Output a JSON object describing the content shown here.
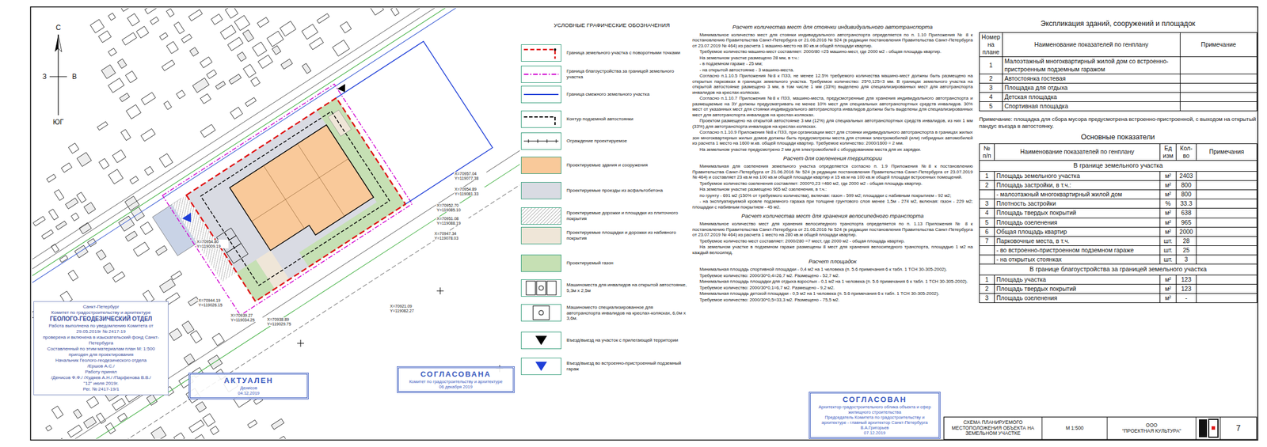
{
  "diagram": {
    "nodes": [
      {
        "text": [
          "Санкт-Петербург",
          "Комитет по градостроительству и архитектуре",
          "ГЕОЛОГО-ГЕОДЕЗИЧЕСКИЙ ОТДЕЛ",
          "Работа выполнена по уведомлению Комитета от 29.05.2019г № 2417-19",
          "проверена и включена в изыскательский фонд Санкт-Петербурга",
          "Составленный по этим материалам план М: 1:500 пригоден для проектирования",
          "Начальник Геолого-геодезического отдела",
          "/Ершов А.С./",
          "Работу принял",
          "/Денисов Ф.Ф./ /Худяев А.Н./ /Парфенова В.В./",
          "\"12\" июля 2019г.",
          "Рег. № 2417-19/1"
        ]
      },
      {
        "text": [
          "АКТУАЛЕН",
          "Денисов",
          "04.12.2019"
        ]
      },
      {
        "text": [
          "СОГЛАСОВАНА",
          "Комитет по градостроительству и архитектуре",
          "06 декабря 2019"
        ]
      },
      {
        "text": [
          "СОГЛАСОВАН",
          "Архитектор градостроительного облика объекта и сфер жилищного строительства",
          "Председатель Комитета по градостроительству и архитектуре - главный архитектор Санкт-Петербурга",
          "В.А.Григорьев",
          "07.12.2019"
        ]
      },
      {
        "text": [
          "СХЕМА ПЛАНИРУЕМОГО МЕСТОПОЛОЖЕНИЯ ОБЪЕКТА НА ЗЕМЕЛЬНОМ УЧАСТКЕ"
        ]
      },
      {
        "text": [
          "М 1:500"
        ]
      },
      {
        "text": [
          "ООО",
          "\"ПРОЕКТНАЯ КУЛЬТУРА\""
        ]
      },
      {
        "text": [
          "7"
        ]
      }
    ],
    "labels": [
      "С",
      "З",
      "В",
      "ЮГ",
      "X=70957.04 Y=119077.38",
      "X=70954.89 Y=119081.33",
      "X=70952.70 Y=119085.10",
      "X=70951.08 Y=119088.19",
      "X=70947.34 Y=119078.03",
      "X=70954.80 Y=119009.19",
      "X=70944.19 Y=119026.15",
      "X=70939.27 Y=119034.25",
      "X=70938.89 Y=119029.75",
      "X=70921.09 Y=119082.27",
      "УСЛОВНЫЕ ГРАФИЧЕСКИЕ ОБОЗНАЧЕНИЯ",
      "Расчет количества мест для стоянки индивидуального автотранспорта",
      "Минимальное количество мест для стоянки индивидуального автотранспорта определяется по п. 1.10 Приложения № 8 к постановлению Правительства Санкт-Петербурга от 21.06.2016 № 524 (в редакции постановления Правительства Санкт-Петербурга от 23.07.2019 № 464) из расчета 1 машино-место на 80 кв.м общей площади квартир.",
      "Требуемое количество машино-мест составляет: 2000/80 =25 машино-мест, где 2000 м2 - общая площадь квартир.",
      "На земельном участке размещено 28 мм, в т.ч.:",
      "- в подземном гараже - 25 мм;",
      "- на открытой автостоянке - 3 машино-места.",
      "Согласно п.1.10.5 Приложения №8 к ПЗЗ, не менее 12.5% требуемого количества машино-мест должны быть размещено на открытых парковках в границах земельного участка. Требуемое количество: 25*0,125=3 мм. В границах земельного участка на открытой автостоянке размещено 3 мм, в том числе 1 мм (33%) выделено для специализированных мест для автотранспорта инвалидов на креслах-колясках.",
      "Согласно п.1.10.7 Приложения №8 к ПЗЗ, машино-места, предусмотренные для хранения индивидуального автотранспорта и размещаемые на ЗУ должны предусматривать не менее 10% мест для специальных автотранспортных средств инвалидов. 30% мест от указанных мест для стоянки индивидуального автотранспорта инвалидов должны быть выделены для специализированных мест для автотранспорта инвалидов на креслах-колясках.",
      "Проектом размещено на открытой автостоянке 3 мм (12%) для специальных автотранспортных средств инвалидов, из них 1 мм (33%) для автотранспорта инвалидов на креслах-колясках.",
      "Согласно п.1.10.9 Приложения №8 к ПЗЗ, при организации мест для стоянки индивидуального автотранспорта в границах жилых зон многоквартирных жилых домов должны быть предусмотрены места для стоянки электромобилей (или) гибридных автомобилей из расчета 1 место на 1600 м.кв. общей площади квартир. Требуемое количество: 2000/1600 = 2 мм.",
      "На земельном участке предусмотрено 2 мм для электромобилей с оборудованием места для их зарядки.",
      "Расчет для озеленения территории",
      "Минимальная для озеленения земельного участка определяется согласно п. 1.9 Приложения №8 к постановлению Правительства Санкт-Петербурга от 21.06.2016 № 524 (в редакции постановления Правительства Санкт-Петербурга от 23.07.2019 № 464) и составляет 23 кв.м на 100 кв.м общей площади квартир и 15 кв.м на 100 кв.м общей площади встроенных помещений.",
      "Требуемое количество озеленения составляет: 2000*0,23 =460 м2, где 2000 м2 - общая площадь квартир.",
      "На земельном участке размещено 965 м2 озеленения, в т.ч.:",
      "по грунту - 691 м2 (150% от требуемого количества), включая: газон - 599 м2; площадки с набивным покрытием - 92 м2;",
      "- на эксплуатируемой кровле подземного гаража при толщине грунтового слоя менее 1,5м - 274 м2, включая: газон - 229 м2; площадки с набивным покрытием - 45 м2.",
      "Расчет количества мест для хранения велосипедного транспорта",
      "Минимальное количество мест для хранения велосипедного транспорта определяется по п. 1.13 Приложения № 8 к постановлению Правительства Санкт-Петербурга от 21.06.2016 № 524 (в редакции постановления Правительства Санкт-Петербурга от 23.07.2019 № 464) из расчета 1 место на 280 кв.м общей площади квартир.",
      "Требуемое количество мест составляет: 2000/280 =7 мест, где 2000 м2 - общая площадь квартир.",
      "На земельном участке в подземном гараже размещены 8 мест для хранения велосипедного транспорта, площадью 1 м2 на каждый велосипед.",
      "Расчет площадок",
      "Минимальная площадь спортивной площадки - 0,4 м2 на 1 человека (п. 5.6 примечания 6 к табл. 1 ТСН 30-305-2002).",
      "Требуемое количество: 2000/30*0,4=26,7 м2. Размещено - 52,7 м2.",
      "Минимальная площадь площадки для отдыха взрослых - 0,1 м2 на 1 человека (п. 5.6 примечания 6 к табл. 1 ТСН 30-305-2002).",
      "Требуемое количество: 2000/30*0,1=6,7 м2. Размещено - 9,2 м2.",
      "Минимальная площадь детской площадки - 0,5 м2 на 1 человека (п. 5.6 примечания 6 к табл. 1 ТСН 30-305-2002).",
      "Требуемое количество: 2000/30*0,5=33,3 м2. Размещено - 75,5 м2.",
      "Экспликация зданий, сооружений и площадок",
      "Номер на плане",
      "Наименование показателей по генплану",
      "Примечание",
      "1",
      "Малоэтажный многоквартирный жилой дом со встроенно-пристроенным подземным гаражом",
      "2",
      "Автостоянка гостевая",
      "3",
      "Площадка для отдыха",
      "4",
      "Детская площадка",
      "5",
      "Спортивная площадка",
      "Примечание: площадка для сбора мусора предусмотрена встроенно-пристроенной, с выходом на открытый пандус въезда в автостоянку.",
      "Основные показатели",
      "№ п/п",
      "Наименование показателей по генплану",
      "Ед изм",
      "Кол-во",
      "Примечания",
      "В границе земельного участка",
      "1",
      "Площадь земельного участка",
      "м²",
      "2403",
      "2",
      "Площадь застройки, в т.ч.:",
      "м²",
      "800",
      "- малоэтажный многоквартирный жилой дом",
      "м²",
      "800",
      "3",
      "Плотность застройки",
      "%",
      "33.3",
      "4",
      "Площадь твердых покрытий",
      "м²",
      "638",
      "5",
      "Площадь озеленения",
      "м²",
      "965",
      "6",
      "Общая площадь квартир",
      "м²",
      "2000",
      "7",
      "Парковочные места, в т.ч.",
      "шт.",
      "28",
      "- во встроенно-пристроенном подземном гараже",
      "шт.",
      "25",
      "- на открытых стоянках",
      "шт.",
      "3",
      "В границе благоустройства за границей земельного участка",
      "1",
      "Площадь участка",
      "м²",
      "123",
      "2",
      "Площадь твердых покрытий",
      "м²",
      "123",
      "3",
      "Площадь озеленения",
      "м²",
      "-"
    ],
    "legend": [
      {
        "text": "Граница земельного участка с поворотными точками"
      },
      {
        "text": "Граница благоустройства за границей земельного участка"
      },
      {
        "text": "Граница смежного земельного участка"
      },
      {
        "text": "Контур подземной автостоянки"
      },
      {
        "text": "Ограждение проектируемое"
      },
      {
        "text": "Проектируемые здания и сооружения",
        "color": "#f9c99a"
      },
      {
        "text": "Проектируемые проезды из асфальтобетона",
        "color": "#d9dbe3"
      },
      {
        "text": "Проектируемые дорожки и площадки из плиточного покрытия"
      },
      {
        "text": "Проектируемые площадки и дорожки из набивного покрытия",
        "color": "#efe6d8"
      },
      {
        "text": "Проектируемый газон",
        "color": "#c6e0b4"
      },
      {
        "text": "Машиноместа для инвалидов на открытой автостоянке, 5,3м х 2,5м"
      },
      {
        "text": "Машиноместо специализированное для автотранспорта инвалидов на креслах-колясках, 6,0м х 3,6м."
      },
      {
        "text": "Въезд/выезд на участок с прилегающей территории"
      },
      {
        "text": "Въезд/выезд во встроенно-пристроенный подземный гараж"
      }
    ]
  }
}
